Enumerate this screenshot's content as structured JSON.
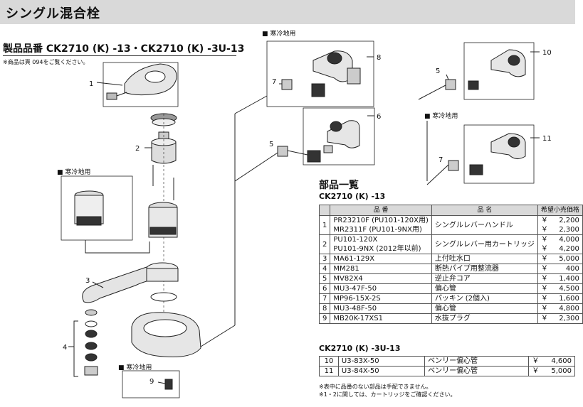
{
  "header": {
    "title": "シングル混合栓"
  },
  "product": {
    "title": "製品品番 CK2710 (K) -13・CK2710 (K) -3U-13",
    "note": "※商品は頁 094をご覧ください。"
  },
  "diagram": {
    "cold_region_label": "■ 寒冷地用",
    "callouts": [
      "1",
      "2",
      "3",
      "4",
      "5",
      "6",
      "7",
      "8",
      "9",
      "10",
      "11"
    ]
  },
  "parts_list": {
    "heading": "部品一覧",
    "model1": "CK2710 (K) -13",
    "model2": "CK2710 (K) -3U-13",
    "columns": [
      "品 番",
      "品 名",
      "希望小売価格"
    ],
    "rows1": [
      {
        "no": "1",
        "codes": [
          "PR23210F (PU101-120X用)",
          "MR2311F (PU101-9NX用)"
        ],
        "name": "シングルレバーハンドル",
        "prices": [
          "2,200",
          "2,300"
        ]
      },
      {
        "no": "2",
        "codes": [
          "PU101-120X",
          "PU101-9NX (2012年以前)"
        ],
        "name": "シングルレバー用カートリッジ",
        "prices": [
          "4,000",
          "4,200"
        ]
      },
      {
        "no": "3",
        "codes": [
          "MA61-129X"
        ],
        "name": "上付吐水口",
        "prices": [
          "5,000"
        ]
      },
      {
        "no": "4",
        "codes": [
          "MM281"
        ],
        "name": "断熱パイプ用整流器",
        "prices": [
          "400"
        ]
      },
      {
        "no": "5",
        "codes": [
          "MV82X4"
        ],
        "name": "逆止弁コア",
        "prices": [
          "1,400"
        ]
      },
      {
        "no": "6",
        "codes": [
          "MU3-47F-50"
        ],
        "name": "偏心管",
        "prices": [
          "4,500"
        ]
      },
      {
        "no": "7",
        "codes": [
          "MP96-15X-2S"
        ],
        "name": "パッキン (2個入)",
        "prices": [
          "1,600"
        ]
      },
      {
        "no": "8",
        "codes": [
          "MU3-48F-50"
        ],
        "name": "偏心管",
        "prices": [
          "4,800"
        ]
      },
      {
        "no": "9",
        "codes": [
          "MB20K-17XS1"
        ],
        "name": "水抜プラグ",
        "prices": [
          "2,300"
        ]
      }
    ],
    "rows2": [
      {
        "no": "10",
        "codes": [
          "U3-83X-50"
        ],
        "name": "ベンリー偏心管",
        "prices": [
          "4,600"
        ]
      },
      {
        "no": "11",
        "codes": [
          "U3-84X-50"
        ],
        "name": "ベンリー偏心管",
        "prices": [
          "5,000"
        ]
      }
    ],
    "currency": "￥",
    "footnotes": [
      "※表中に品番のない部品は手配できません。",
      "※1・2に関しては、カートリッジをご確認ください。"
    ]
  },
  "colors": {
    "header_bg": "#d9d9d9",
    "table_header_bg": "#d9d9d9"
  }
}
